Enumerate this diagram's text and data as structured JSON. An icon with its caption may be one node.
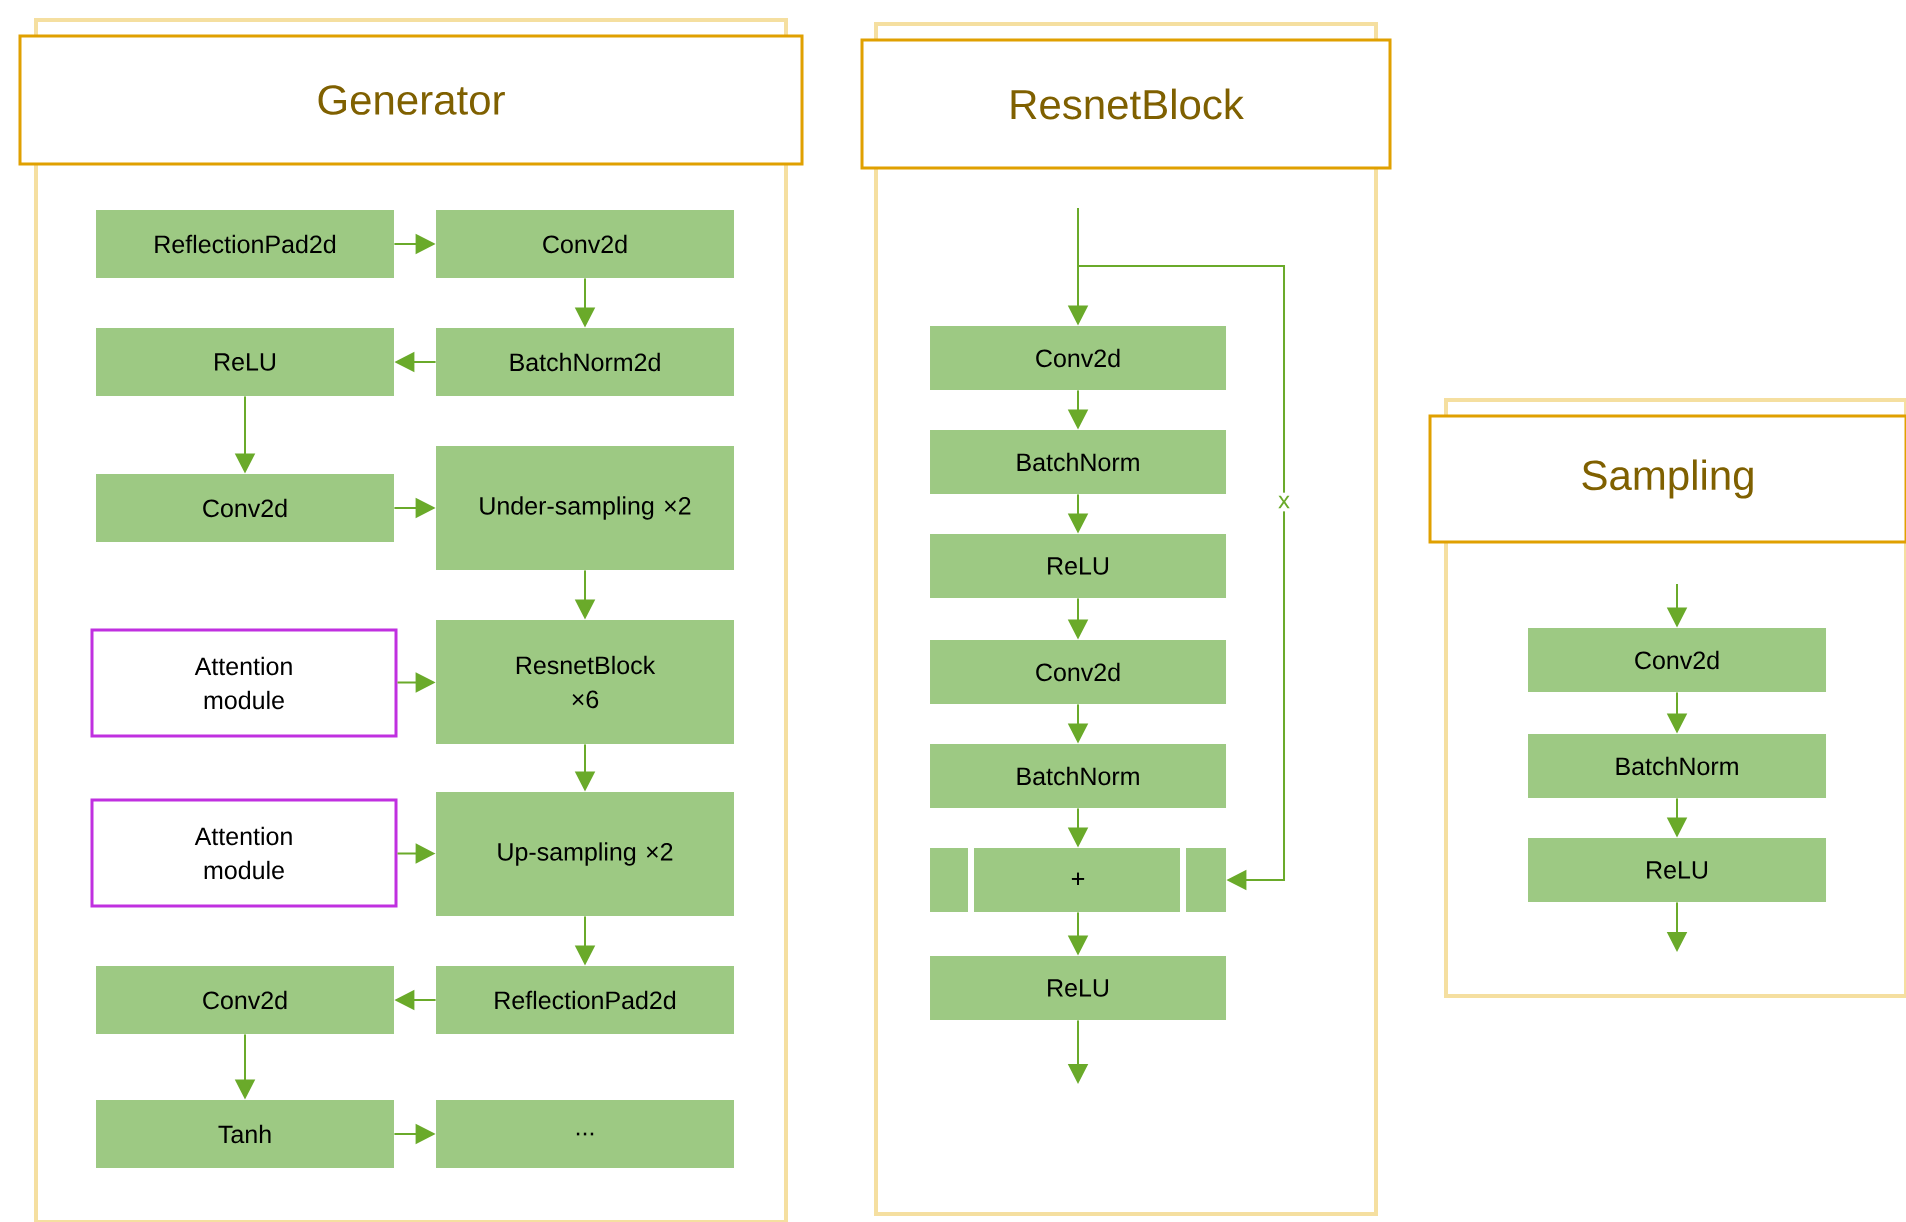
{
  "diagram": {
    "nodes": [
      {
        "text": [
          "Generator"
        ]
      },
      {
        "text": [
          "ReflectionPad2d"
        ],
        "in": 0
      },
      {
        "text": [
          "Conv2d"
        ],
        "in": 0
      },
      {
        "text": [
          "ReLU"
        ],
        "in": 0
      },
      {
        "text": [
          "BatchNorm2d"
        ],
        "in": 0
      },
      {
        "text": [
          "Conv2d"
        ],
        "in": 0
      },
      {
        "text": [
          "Under-sampling ×2"
        ],
        "in": 0
      },
      {
        "text": [
          "Attention module"
        ],
        "in": 0
      },
      {
        "text": [
          "ResnetBlock ×6"
        ],
        "in": 0
      },
      {
        "text": [
          "Attention module"
        ],
        "in": 0
      },
      {
        "text": [
          "Up-sampling ×2"
        ],
        "in": 0
      },
      {
        "text": [
          "Conv2d"
        ],
        "in": 0
      },
      {
        "text": [
          "ReflectionPad2d"
        ],
        "in": 0
      },
      {
        "text": [
          "Tanh"
        ],
        "in": 0
      },
      {
        "text": [
          "..."
        ],
        "in": 0
      },
      {
        "text": [
          "ResnetBlock"
        ]
      },
      {
        "text": [
          "Conv2d"
        ],
        "in": 15
      },
      {
        "text": [
          "BatchNorm"
        ],
        "in": 15
      },
      {
        "text": [
          "ReLU"
        ],
        "in": 15
      },
      {
        "text": [
          "Conv2d"
        ],
        "in": 15
      },
      {
        "text": [
          "BatchNorm"
        ],
        "in": 15
      },
      {
        "text": [
          "+"
        ],
        "in": 15
      },
      {
        "text": [
          "ReLU"
        ],
        "in": 15
      },
      {
        "text": [
          "Sampling"
        ]
      },
      {
        "text": [
          "Conv2d"
        ],
        "in": 23
      },
      {
        "text": [
          "BatchNorm"
        ],
        "in": 23
      },
      {
        "text": [
          "ReLU"
        ],
        "in": 23
      }
    ],
    "edges": [
      {
        "from": 1,
        "to": 2,
        "arrow": "to"
      },
      {
        "from": 2,
        "to": 4,
        "arrow": "to"
      },
      {
        "from": 4,
        "to": 3,
        "arrow": "to"
      },
      {
        "from": 3,
        "to": 5,
        "arrow": "to"
      },
      {
        "from": 5,
        "to": 6,
        "arrow": "to"
      },
      {
        "from": 6,
        "to": 8,
        "arrow": "to"
      },
      {
        "from": 7,
        "to": 8,
        "arrow": "to"
      },
      {
        "from": 8,
        "to": 10,
        "arrow": "to"
      },
      {
        "from": 9,
        "to": 10,
        "arrow": "to"
      },
      {
        "from": 10,
        "to": 12,
        "arrow": "to"
      },
      {
        "from": 12,
        "to": 11,
        "arrow": "to"
      },
      {
        "from": 11,
        "to": 13,
        "arrow": "to"
      },
      {
        "from": 13,
        "to": 14,
        "arrow": "to"
      },
      {
        "from": null,
        "to": 16,
        "arrow": "to"
      },
      {
        "from": 16,
        "to": 17,
        "arrow": "to"
      },
      {
        "from": 17,
        "to": 18,
        "arrow": "to"
      },
      {
        "from": 18,
        "to": 19,
        "arrow": "to"
      },
      {
        "from": 19,
        "to": 20,
        "arrow": "to"
      },
      {
        "from": 20,
        "to": 21,
        "arrow": "to"
      },
      {
        "from": 21,
        "to": 22,
        "arrow": "to"
      },
      {
        "from": 22,
        "to": null,
        "arrow": "to"
      },
      {
        "from": null,
        "to": 21,
        "arrow": "to",
        "label": "x"
      },
      {
        "from": null,
        "to": 24,
        "arrow": "to"
      },
      {
        "from": 24,
        "to": 25,
        "arrow": "to"
      },
      {
        "from": 25,
        "to": 26,
        "arrow": "to"
      },
      {
        "from": 26,
        "to": null,
        "arrow": "to"
      }
    ]
  }
}
